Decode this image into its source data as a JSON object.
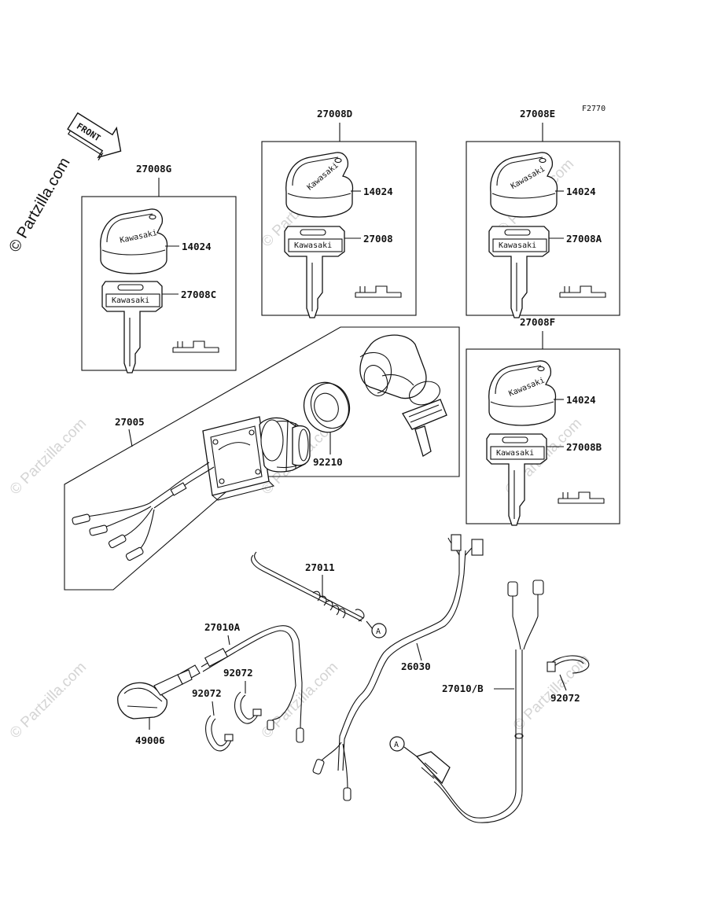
{
  "figure_code": "F2770",
  "copyright": "© Partzilla.com",
  "watermark": "© Partzilla.com",
  "front_label": "FRONT",
  "brand_on_key": "Kawasaki",
  "callout_ref": "A",
  "kits": {
    "g": {
      "label": "27008G",
      "knob": "14024",
      "key": "27008C"
    },
    "d": {
      "label": "27008D",
      "knob": "14024",
      "key": "27008"
    },
    "e": {
      "label": "27008E",
      "knob": "14024",
      "key": "27008A"
    },
    "f": {
      "label": "27008F",
      "knob": "14024",
      "key": "27008B"
    }
  },
  "parts": {
    "switch": "27005",
    "nut": "92210",
    "rod": "27011",
    "lead_a": "27010A",
    "lead_b": "27010/B",
    "harness": "26030",
    "clamp_1": "92072",
    "clamp_2": "92072",
    "clamp_3": "92072",
    "bracket": "49006"
  }
}
